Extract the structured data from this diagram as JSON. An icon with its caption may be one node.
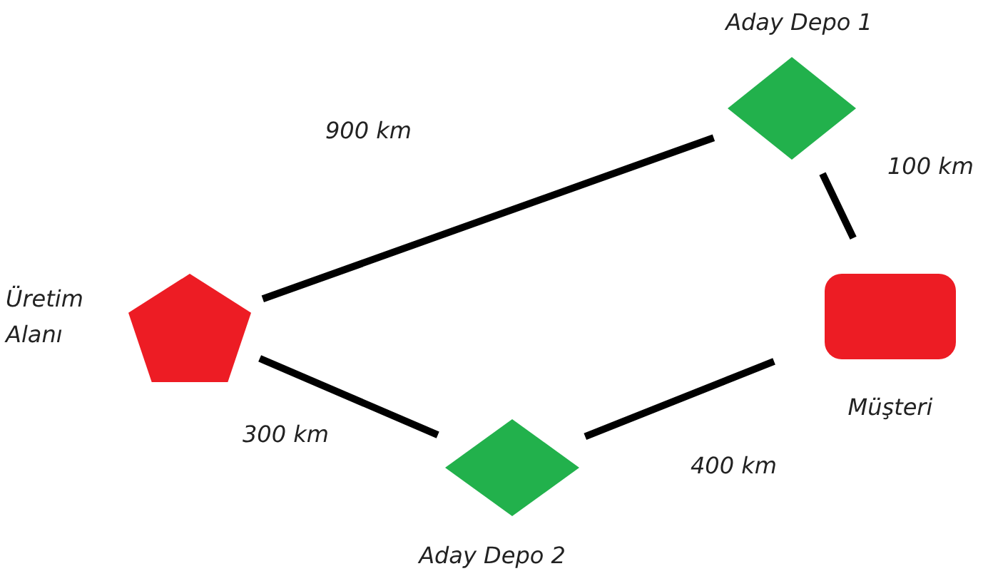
{
  "diagram": {
    "nodes": [
      {
        "text": [
          "Aday Depo 1"
        ]
      },
      {
        "text": [
          "Üretim Alanı"
        ]
      },
      {
        "text": [
          "Müşteri"
        ]
      },
      {
        "text": [
          "Aday Depo 2"
        ]
      }
    ],
    "edges": [
      {
        "from": 1,
        "to": 0,
        "arrow": "none",
        "label": "900 km"
      },
      {
        "from": 0,
        "to": 2,
        "arrow": "none",
        "label": "100 km"
      },
      {
        "from": 1,
        "to": 3,
        "arrow": "none",
        "label": "300 km"
      },
      {
        "from": 3,
        "to": 2,
        "arrow": "none",
        "label": "400 km"
      }
    ]
  }
}
